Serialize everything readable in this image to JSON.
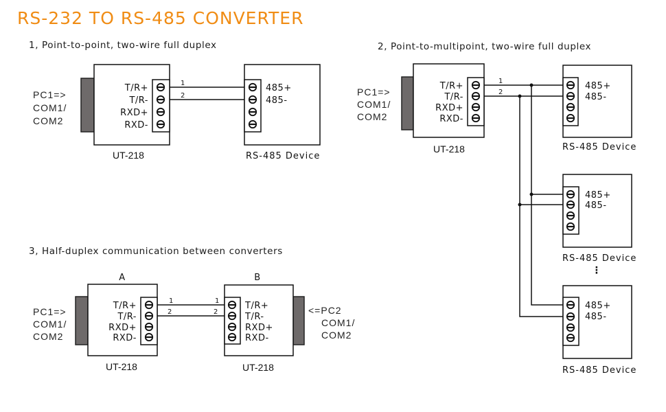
{
  "title": "RS-232 TO RS-485 CONVERTER",
  "accent_color": "#f08c14",
  "sections": [
    {
      "title": "1, Point-to-point, two-wire full duplex",
      "host_label": [
        "PC1=>",
        "COM1/",
        "COM2"
      ],
      "converter": {
        "model": "UT-218",
        "pins": [
          "T/R+",
          "T/R-",
          "RXD+",
          "RXD-"
        ]
      },
      "wires": [
        "1",
        "2"
      ],
      "device": {
        "name": "RS-485 Device",
        "pins": [
          "485+",
          "485-"
        ]
      }
    },
    {
      "title": "2, Point-to-multipoint, two-wire full duplex",
      "host_label": [
        "PC1=>",
        "COM1/",
        "COM2"
      ],
      "converter": {
        "model": "UT-218",
        "pins": [
          "T/R+",
          "T/R-",
          "RXD+",
          "RXD-"
        ]
      },
      "wires": [
        "1",
        "2"
      ],
      "devices": [
        {
          "name": "RS-485 Device",
          "pins": [
            "485+",
            "485-"
          ]
        },
        {
          "name": "RS-485 Device",
          "pins": [
            "485+",
            "485-"
          ]
        },
        {
          "name": "RS-485 Device",
          "pins": [
            "485+",
            "485-"
          ]
        }
      ],
      "continuation": "⋮"
    },
    {
      "title": "3, Half-duplex communication between converters",
      "converter_a": {
        "tag": "A",
        "model": "UT-218",
        "pins": [
          "T/R+",
          "T/R-",
          "RXD+",
          "RXD-"
        ],
        "host_label": [
          "PC1=>",
          "COM1/",
          "COM2"
        ]
      },
      "converter_b": {
        "tag": "B",
        "model": "UT-218",
        "pins": [
          "T/R+",
          "T/R-",
          "RXD+",
          "RXD-"
        ],
        "host_label": [
          "<=PC2",
          "COM1/",
          "COM2"
        ]
      },
      "wires": [
        "1",
        "2"
      ]
    }
  ]
}
